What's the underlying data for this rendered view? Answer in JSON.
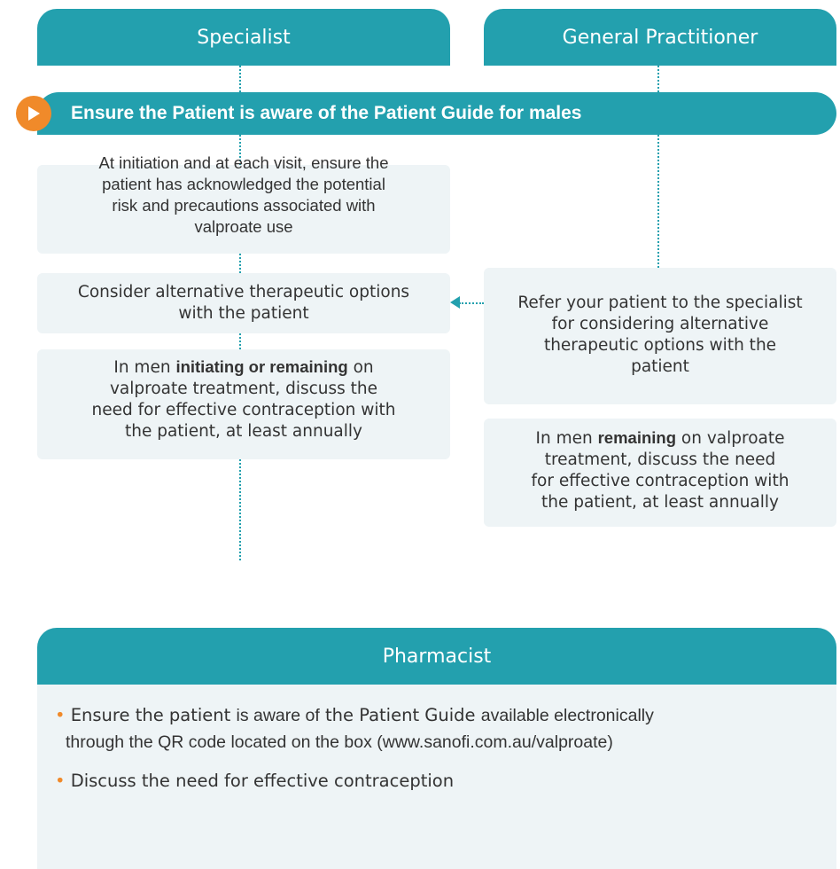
{
  "columns": {
    "specialist": "Specialist",
    "gp": "General Practitioner"
  },
  "banner": {
    "text": "Ensure the Patient is aware of the Patient Guide for males",
    "icon": "play-icon",
    "icon_color": "#f08a2a"
  },
  "specialist_steps": {
    "step1": {
      "line1": "At initiation and at each visit, ensure the",
      "line2": "patient has acknowledged the potential",
      "line3": "risk and precautions associated with",
      "line4": "valproate use"
    },
    "step2": {
      "line1": "Consider alternative therapeutic options",
      "line2": "with the patient"
    },
    "step3": {
      "line1_pre": "In men ",
      "line1_bold": "initiating or remaining",
      "line1_post": " on",
      "line2": "valproate treatment, discuss the",
      "line3": "need for effective contraception with",
      "line4": "the patient, at least annually"
    }
  },
  "gp_steps": {
    "step1": {
      "line1": "Refer your patient to the specialist",
      "line2": "for considering alternative",
      "line3": "therapeutic options with the",
      "line4": "patient"
    },
    "step2": {
      "line1_pre": "In men ",
      "line1_bold": "remaining",
      "line1_post": " on valproate",
      "line2": "treatment, discuss the need",
      "line3": "for effective contraception with",
      "line4": "the patient, at least annually"
    }
  },
  "pharmacist": {
    "title": "Pharmacist",
    "bullet1": {
      "seg1": "Ensure the patient ",
      "seg2": "is aware of",
      "seg3": " the Patient Guide ",
      "seg4": "available electronically",
      "line2": "through the QR code located on the box (www.sanofi.com.au/valproate)"
    },
    "bullet2": "Discuss the need for effective contraception"
  },
  "colors": {
    "teal": "#23a0ae",
    "orange": "#f08a2a",
    "box_fill": "#eef4f6"
  }
}
